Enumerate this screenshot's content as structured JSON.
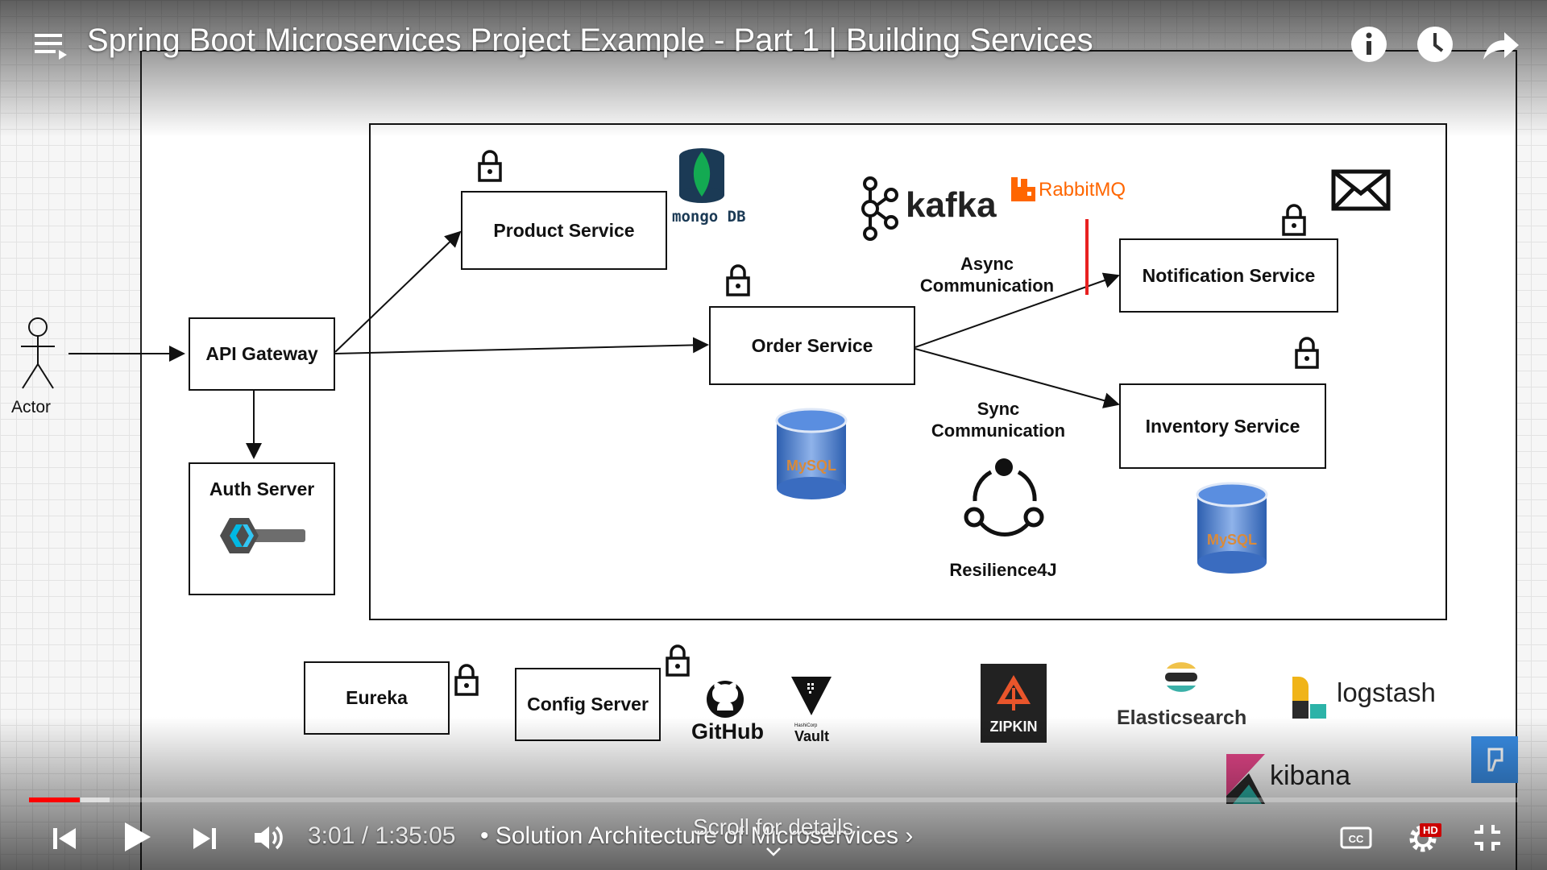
{
  "video": {
    "title": "Spring Boot Microservices Project Example - Part 1 | Building Services",
    "time": "3:01 / 1:35:05",
    "chapter": "• Solution Architecture of Microservices ›",
    "scroll_hint": "Scroll for details",
    "progress_fraction": 0.034,
    "hd_badge": "HD",
    "cc_label": "CC"
  },
  "diagram": {
    "actor": "Actor",
    "api_gateway": "API Gateway",
    "auth_server": "Auth Server",
    "product_service": "Product Service",
    "order_service": "Order Service",
    "notification_service": "Notification Service",
    "inventory_service": "Inventory Service",
    "async_label": "Async\nCommunication",
    "async_line1": "Async",
    "async_line2": "Communication",
    "sync_line1": "Sync",
    "sync_line2": "Communication",
    "resilience": "Resilience4J",
    "eureka": "Eureka",
    "config_server": "Config Server"
  },
  "logos": {
    "mongodb": "mongo DB",
    "kafka": "kafka",
    "rabbitmq": "RabbitMQ",
    "mysql": "MySQL",
    "github": "GitHub",
    "vault_small": "HashiCorp",
    "vault": "Vault",
    "zipkin": "ZIPKIN",
    "elasticsearch": "Elasticsearch",
    "logstash": "logstash",
    "kibana": "kibana"
  },
  "colors": {
    "progress_red": "#ff0000",
    "rabbit_orange": "#ff6600",
    "mysql_blue": "#3f72c4",
    "mongo_green": "#13aa52",
    "mongo_dark": "#1b3a55",
    "hd_red": "#cc0000",
    "zipkin_bg": "#222222",
    "zipkin_orange": "#e9552b"
  }
}
